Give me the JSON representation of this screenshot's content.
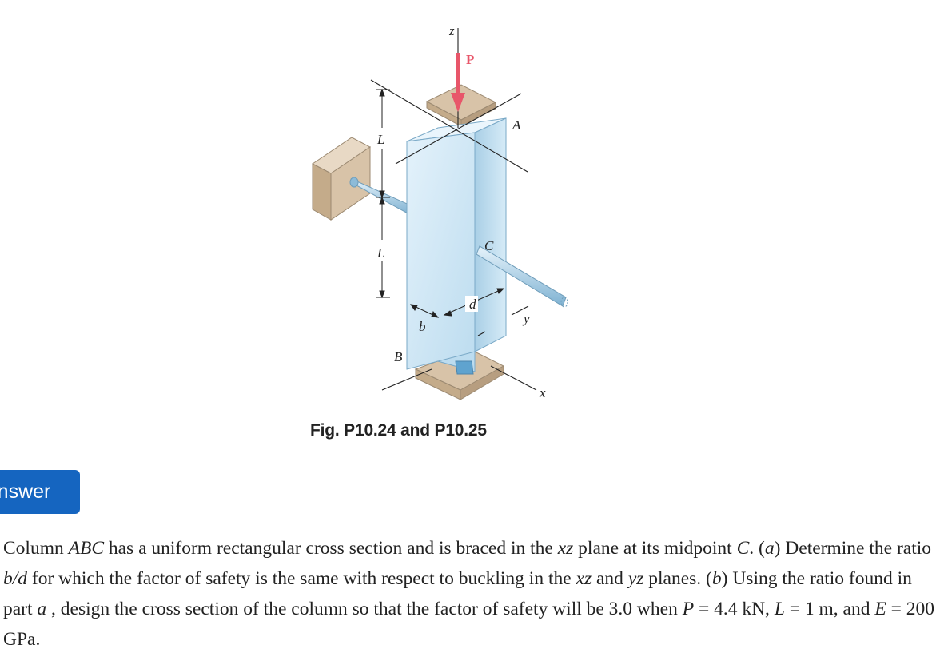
{
  "figure": {
    "caption": "Fig. P10.24 and P10.25",
    "labels": {
      "z": "z",
      "P": "P",
      "A": "A",
      "C": "C",
      "B": "B",
      "L1": "L",
      "L2": "L",
      "b": "b",
      "d": "d",
      "y": "y",
      "x": "x"
    },
    "colors": {
      "load_arrow": "#e8566a",
      "column": "#cfe6f4",
      "support": "#d8c3a8"
    }
  },
  "answer_button": {
    "label": "Answer"
  },
  "problem": {
    "t1": "Column ",
    "v_abc": "ABC",
    "t2": " has a uniform rectangular cross section and is braced in the ",
    "v_xz1": "xz",
    "t3": " plane at its midpoint ",
    "v_c": "C",
    "t4": ". (",
    "v_a": "a",
    "t5": ") Determine the ratio ",
    "v_bd": "b/d",
    "t6": " for which the factor of safety is the same with respect to buckling in the ",
    "v_xz2": "xz",
    "t7": " and ",
    "v_yz": "yz",
    "t8": " planes. (",
    "v_b": "b",
    "t9": ") Using the ratio found in part ",
    "v_a2": "a",
    "t10": " , design the cross section of the column so that the factor of safety will be 3.0 when ",
    "v_p": "P",
    "t11": " = 4.4 kN, ",
    "v_l": "L",
    "t12": " = 1 m, and ",
    "v_e": "E",
    "t13": " = 200 GPa."
  }
}
